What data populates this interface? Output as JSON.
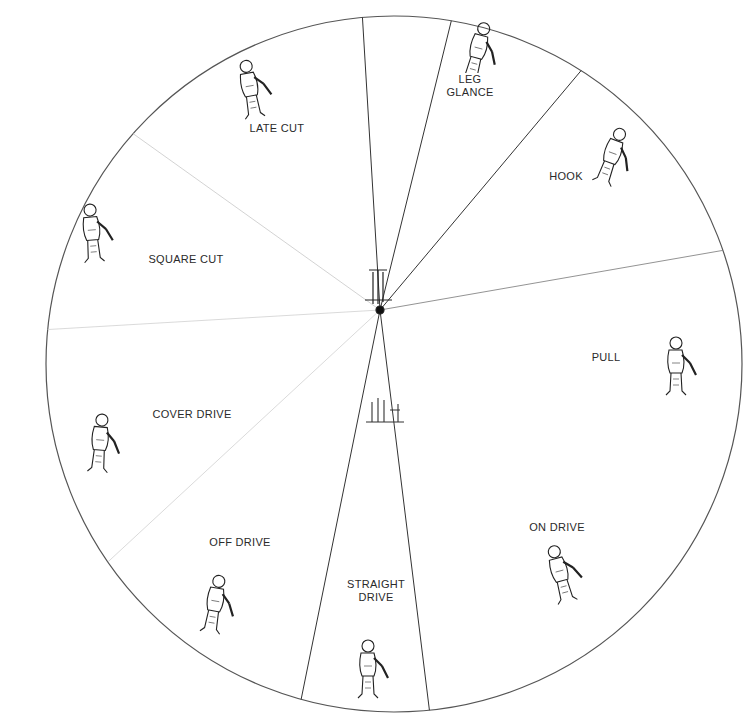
{
  "diagram": {
    "labels": [
      "LATE CUT",
      "LEG GLANCE",
      "HOOK",
      "PULL",
      "ON DRIVE",
      "STRAIGHT DRIVE",
      "OFF DRIVE",
      "COVER DRIVE",
      "SQUARE CUT"
    ]
  }
}
